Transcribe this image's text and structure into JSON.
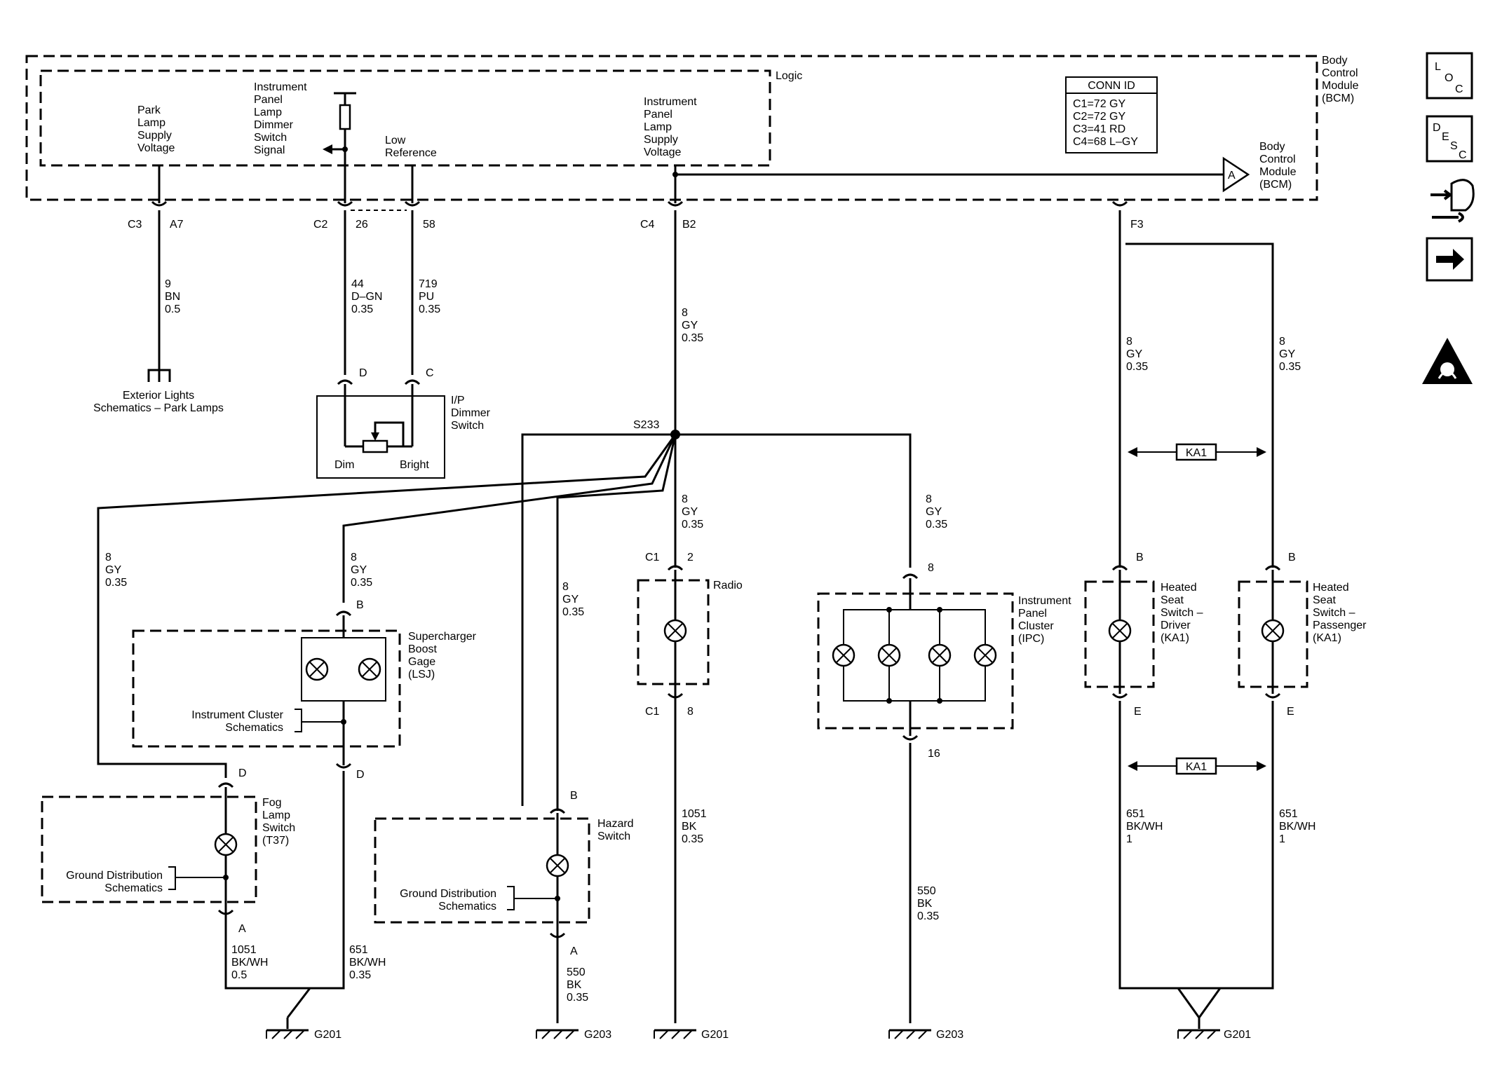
{
  "bcm": {
    "label": [
      "Body",
      "Control",
      "Module",
      "(BCM)"
    ],
    "logic": "Logic",
    "conn_title": "CONN ID",
    "conn_items": [
      "C1=72 GY",
      "C2=72 GY",
      "C3=41 RD",
      "C4=68 L–GY"
    ],
    "park_lamp": [
      "Park",
      "Lamp",
      "Supply",
      "Voltage"
    ],
    "dimmer_signal": [
      "Instrument",
      "Panel",
      "Lamp",
      "Dimmer",
      "Switch",
      "Signal"
    ],
    "low_ref": [
      "Low",
      "Reference"
    ],
    "ip_supply": [
      "Instrument",
      "Panel",
      "Lamp",
      "Supply",
      "Voltage"
    ],
    "offpage_letter": "A",
    "offpage_label": [
      "Body",
      "Control",
      "Module",
      "(BCM)"
    ]
  },
  "connectors": {
    "c3": "C3",
    "a7": "A7",
    "c2": "C2",
    "p26": "26",
    "p58": "58",
    "c4": "C4",
    "b2": "B2",
    "f3": "F3"
  },
  "wires": {
    "w9": [
      "9",
      "BN",
      "0.5"
    ],
    "w44": [
      "44",
      "D–GN",
      "0.35"
    ],
    "w719": [
      "719",
      "PU",
      "0.35"
    ],
    "w8_main": [
      "8",
      "GY",
      "0.35"
    ],
    "w8_ka1_left": [
      "8",
      "GY",
      "0.35"
    ],
    "w8_ka1_right": [
      "8",
      "GY",
      "0.35"
    ],
    "w8_fog": [
      "8",
      "GY",
      "0.35"
    ],
    "w8_boost": [
      "8",
      "GY",
      "0.35"
    ],
    "w8_hazard": [
      "8",
      "GY",
      "0.35"
    ],
    "w8_radio": [
      "8",
      "GY",
      "0.35"
    ],
    "w8_ipc": [
      "8",
      "GY",
      "0.35"
    ],
    "w1051_radio": [
      "1051",
      "BK",
      "0.35"
    ],
    "w550_ipc": [
      "550",
      "BK",
      "0.35"
    ],
    "w651_driver": [
      "651",
      "BK/WH",
      "1"
    ],
    "w651_pass": [
      "651",
      "BK/WH",
      "1"
    ],
    "w1051_fog": [
      "1051",
      "BK/WH",
      "0.5"
    ],
    "w651_boost": [
      "651",
      "BK/WH",
      "0.35"
    ],
    "w550_hazard": [
      "550",
      "BK",
      "0.35"
    ]
  },
  "components": {
    "exterior_lights": [
      "Exterior Lights",
      "Schematics – Park Lamps"
    ],
    "dimmer_switch": [
      "I/P",
      "Dimmer",
      "Switch"
    ],
    "dimmer_d": "D",
    "dimmer_c": "C",
    "dim": "Dim",
    "bright": "Bright",
    "splice": "S233",
    "boost": [
      "Supercharger",
      "Boost",
      "Gage",
      "(LSJ)"
    ],
    "boost_b": "B",
    "boost_d": "D",
    "cluster_ref": [
      "Instrument Cluster",
      "Schematics"
    ],
    "fog": [
      "Fog",
      "Lamp",
      "Switch",
      "(T37)"
    ],
    "fog_d": "D",
    "fog_a": "A",
    "ground_ref_fog": [
      "Ground Distribution",
      "Schematics"
    ],
    "hazard": [
      "Hazard",
      "Switch"
    ],
    "hazard_b": "B",
    "hazard_a": "A",
    "ground_ref_hazard": [
      "Ground Distribution",
      "Schematics"
    ],
    "radio": "Radio",
    "radio_c1_top": "C1",
    "radio_p2": "2",
    "radio_c1_bot": "C1",
    "radio_p8": "8",
    "ipc": [
      "Instrument",
      "Panel",
      "Cluster",
      "(IPC)"
    ],
    "ipc_p8": "8",
    "ipc_p16": "16",
    "heated_driver": [
      "Heated",
      "Seat",
      "Switch –",
      "Driver",
      "(KA1)"
    ],
    "heated_pass": [
      "Heated",
      "Seat",
      "Switch –",
      "Passenger",
      "(KA1)"
    ],
    "hs_b1": "B",
    "hs_b2": "B",
    "hs_e1": "E",
    "hs_e2": "E",
    "ka1_top": "KA1",
    "ka1_bottom": "KA1"
  },
  "grounds": {
    "g201_left": "G201",
    "g203_hazard": "G203",
    "g201_radio": "G201",
    "g203_ipc": "G203",
    "g201_right": "G201"
  },
  "nav": {
    "loc": [
      "L",
      "O",
      "C"
    ],
    "desc": [
      "D",
      "E",
      "S",
      "C"
    ]
  }
}
